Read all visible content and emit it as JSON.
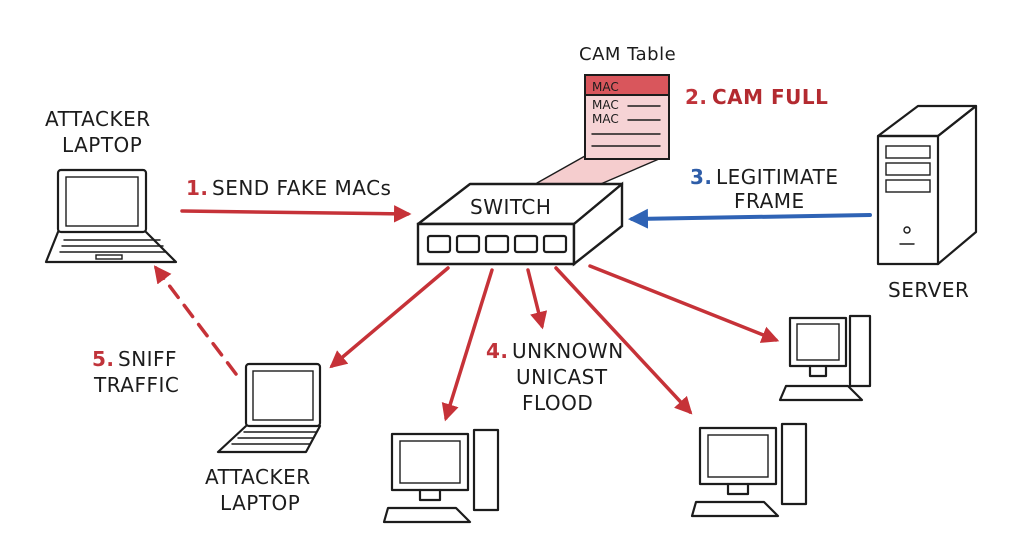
{
  "labels": {
    "attacker_top": [
      "ATTACKER",
      "LAPTOP"
    ],
    "attacker_bottom": [
      "ATTACKER",
      "LAPTOP"
    ],
    "server": "SERVER",
    "switch": "SWITCH",
    "cam_table_title": "CAM Table",
    "cam_entries": [
      "MAC",
      "MAC",
      "MAC"
    ]
  },
  "steps": {
    "step1": {
      "num": "1.",
      "text": "SEND FAKE MACs"
    },
    "step2": {
      "num": "2.",
      "text": "CAM FULL"
    },
    "step3": {
      "num": "3.",
      "text": "LEGITIMATE",
      "text2": "FRAME"
    },
    "step4": {
      "num": "4.",
      "text": "UNKNOWN",
      "text2": "UNICAST",
      "text3": "FLOOD"
    },
    "step5": {
      "num": "5.",
      "text": "SNIFF",
      "text2": "TRAFFIC"
    }
  },
  "colors": {
    "attack_red": "#c63238",
    "legit_blue": "#2f63b5",
    "cam_fill": "#f3c4c6",
    "ink": "#1c1c1c"
  }
}
